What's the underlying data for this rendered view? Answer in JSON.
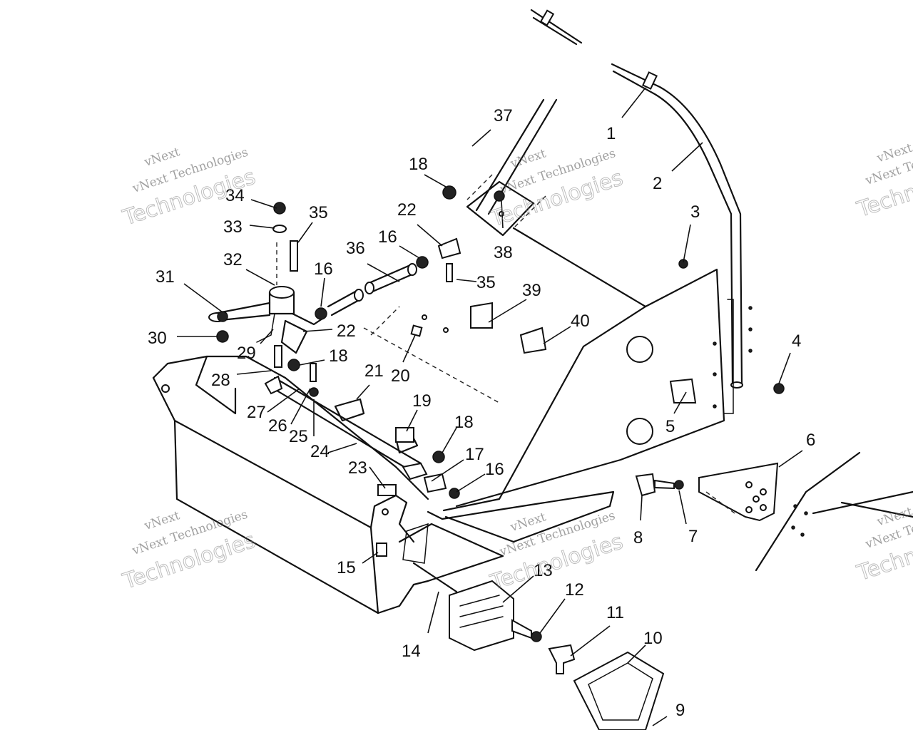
{
  "watermark": {
    "line1": "vNext",
    "line2": "vNext Technologies",
    "line3": "Technologies"
  },
  "callouts": [
    "1",
    "2",
    "3",
    "4",
    "5",
    "6",
    "7",
    "8",
    "9",
    "10",
    "11",
    "12",
    "13",
    "14",
    "15",
    "16",
    "16",
    "16",
    "16",
    "17",
    "18",
    "18",
    "18",
    "18",
    "19",
    "20",
    "21",
    "22",
    "22",
    "23",
    "24",
    "25",
    "26",
    "27",
    "28",
    "29",
    "30",
    "31",
    "32",
    "33",
    "34",
    "35",
    "35",
    "36",
    "37",
    "38",
    "39",
    "40"
  ]
}
